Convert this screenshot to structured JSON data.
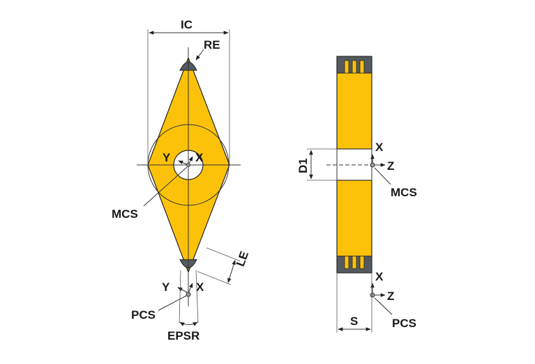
{
  "front_view": {
    "labels": {
      "ic": "IC",
      "re": "RE",
      "y_center": "Y",
      "x_center": "X",
      "mcs": "MCS",
      "le": "LE",
      "y_tip": "Y",
      "x_tip": "X",
      "pcs": "PCS",
      "epsr": "EPSR"
    }
  },
  "side_view": {
    "labels": {
      "x_mcs": "X",
      "z_mcs": "Z",
      "d1": "D1",
      "mcs": "MCS",
      "x_pcs": "X",
      "z_pcs": "Z",
      "s": "S",
      "pcs": "PCS"
    }
  },
  "colors": {
    "insert_body": "#fcc20a",
    "cutting_tip": "#555a5e",
    "outline": "#222222"
  }
}
